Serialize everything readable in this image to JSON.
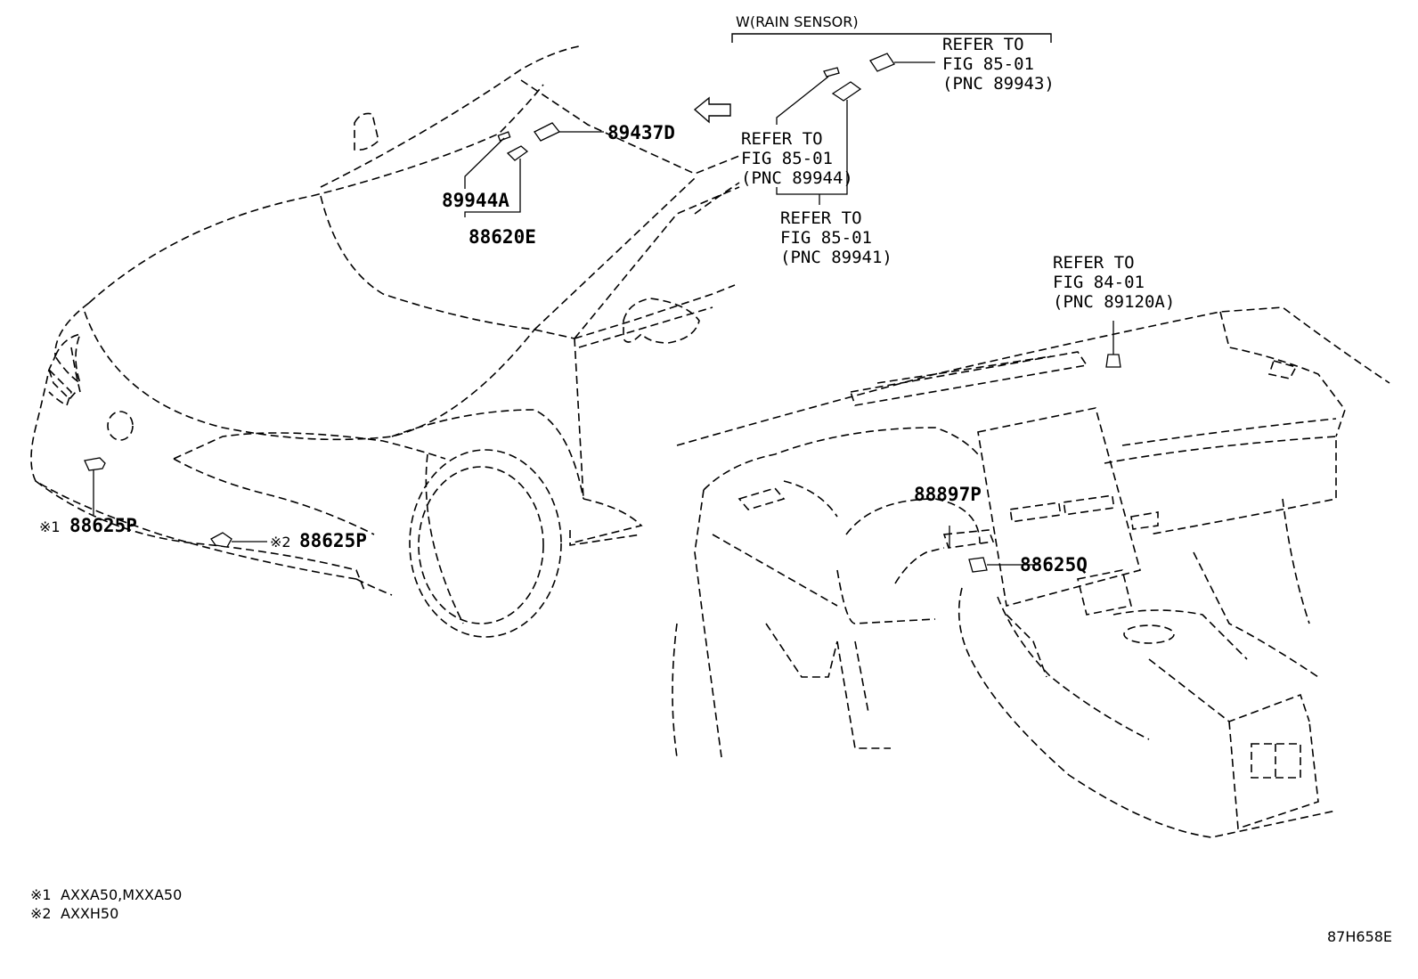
{
  "labels": {
    "rain_sensor_group": "W(RAIN SENSOR)",
    "ref_89943": [
      "REFER TO",
      "FIG 85-01",
      "(PNC 89943)"
    ],
    "ref_89944": [
      "REFER TO",
      "FIG 85-01",
      "(PNC 89944)"
    ],
    "ref_89941": [
      "REFER TO",
      "FIG 85-01",
      "(PNC 89941)"
    ],
    "ref_89120A": [
      "REFER TO",
      "FIG 84-01",
      "(PNC 89120A)"
    ]
  },
  "parts": {
    "p89437D": "89437D",
    "p89944A": "89944A",
    "p88620E": "88620E",
    "p88625P_1": "88625P",
    "p88625P_2": "88625P",
    "p88897P": "88897P",
    "p88625Q": "88625Q"
  },
  "markers": {
    "m1": "※1",
    "m2": "※2"
  },
  "notes": [
    {
      "mark": "※1",
      "text": "AXXA50,MXXA50"
    },
    {
      "mark": "※2",
      "text": "AXXH50"
    }
  ],
  "figure_code": "87H658E"
}
